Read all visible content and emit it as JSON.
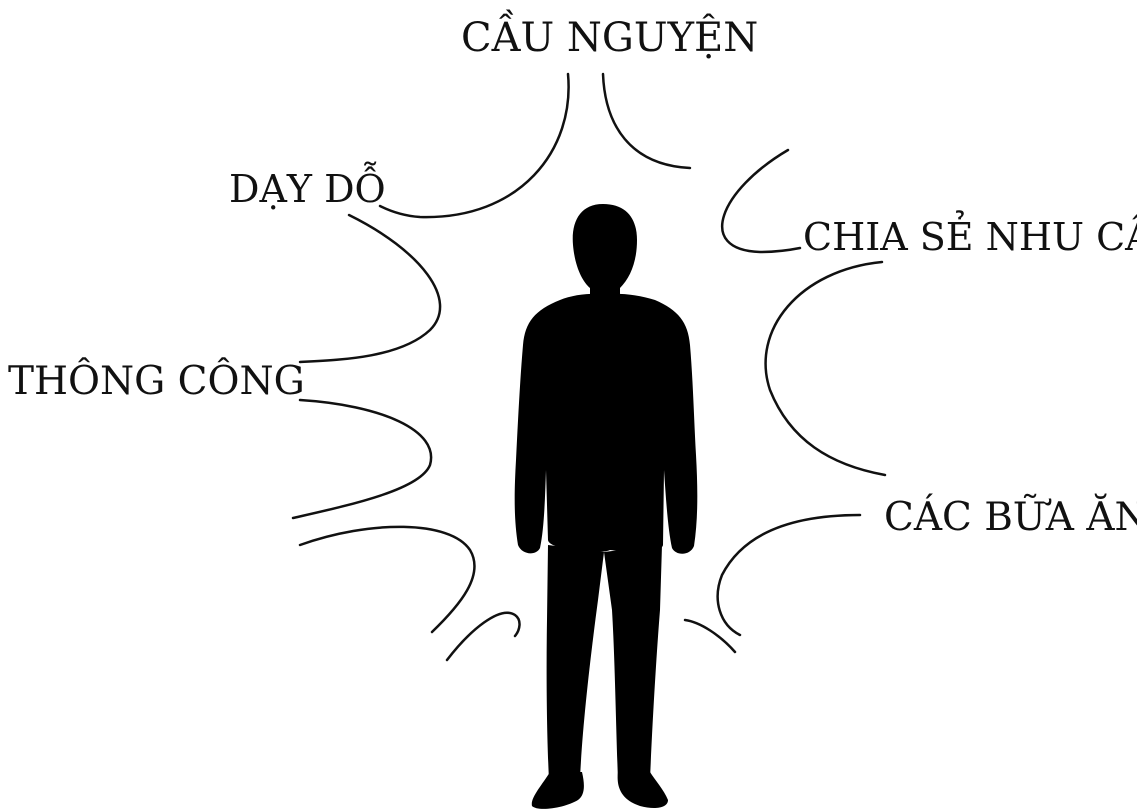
{
  "labels": {
    "top": "CẦU NGUYỆN",
    "top_left": "DẠY DỖ",
    "right": "CHIA SẺ NHU CẦU",
    "left": "THÔNG CÔNG",
    "bottom_right": "CÁC BỮA ĂN"
  },
  "colors": {
    "ink": "#111111",
    "background": "#ffffff"
  },
  "figure": "person-silhouette"
}
